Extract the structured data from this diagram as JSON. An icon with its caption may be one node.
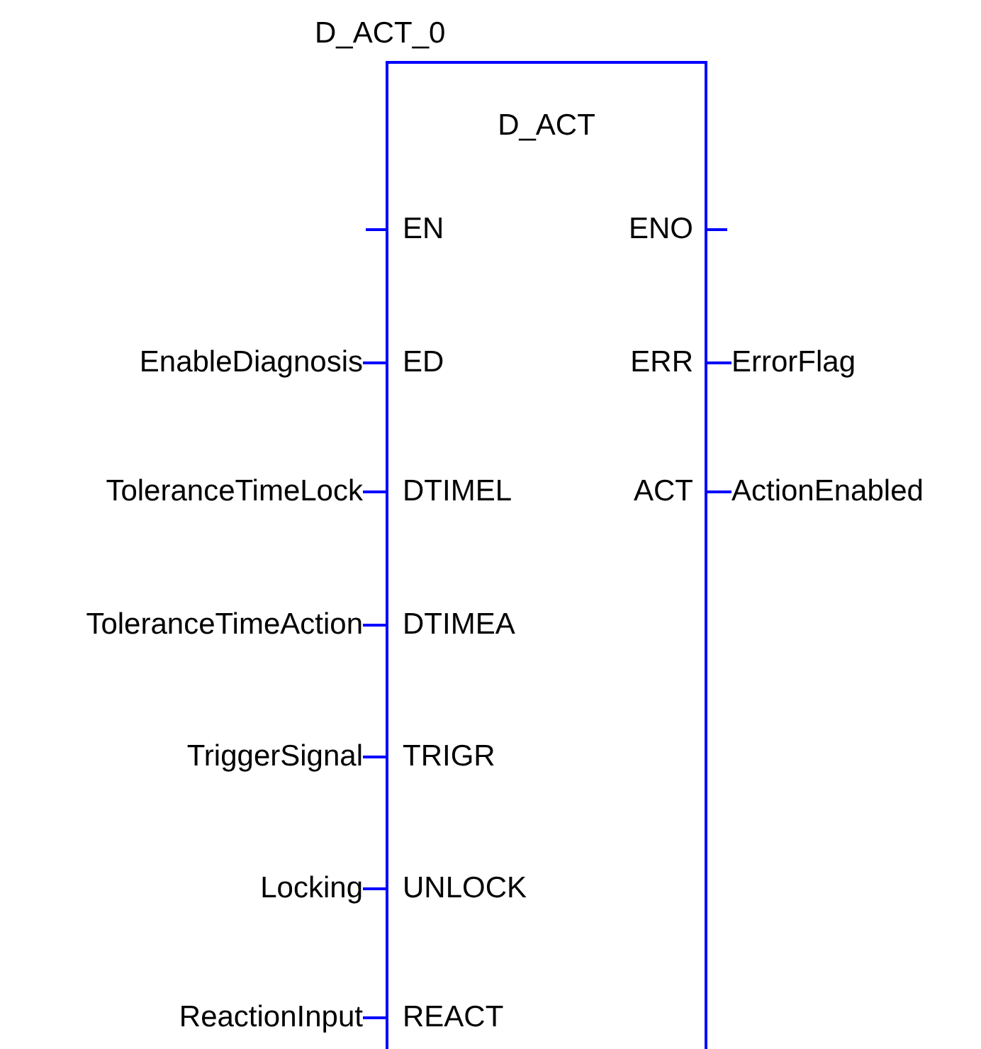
{
  "diagram": {
    "nodes": [
      {
        "text": [
          "D_ACT_0",
          "D_ACT"
        ]
      },
      {
        "text": [
          "EN"
        ],
        "in": 0
      },
      {
        "text": [
          "ENO"
        ],
        "in": 0
      },
      {
        "text": [
          "EnableDiagnosis"
        ]
      },
      {
        "text": [
          "ED"
        ],
        "in": 0
      },
      {
        "text": [
          "ERR"
        ],
        "in": 0
      },
      {
        "text": [
          "ErrorFlag"
        ]
      },
      {
        "text": [
          "ToleranceTimeLock"
        ]
      },
      {
        "text": [
          "DTIMEL"
        ],
        "in": 0
      },
      {
        "text": [
          "ACT"
        ],
        "in": 0
      },
      {
        "text": [
          "ActionEnabled"
        ]
      },
      {
        "text": [
          "ToleranceTimeAction"
        ]
      },
      {
        "text": [
          "DTIMEA"
        ],
        "in": 0
      },
      {
        "text": [
          "TriggerSignal"
        ]
      },
      {
        "text": [
          "TRIGR"
        ],
        "in": 0
      },
      {
        "text": [
          "Locking"
        ]
      },
      {
        "text": [
          "UNLOCK"
        ],
        "in": 0
      },
      {
        "text": [
          "ReactionInput"
        ]
      },
      {
        "text": [
          "REACT"
        ],
        "in": 0
      }
    ],
    "edges": [
      {
        "from": null,
        "to": 1,
        "arrow": "none"
      },
      {
        "from": 2,
        "to": null,
        "arrow": "none"
      },
      {
        "from": 3,
        "to": 4,
        "arrow": "none"
      },
      {
        "from": 5,
        "to": 6,
        "arrow": "none"
      },
      {
        "from": 7,
        "to": 8,
        "arrow": "none"
      },
      {
        "from": 9,
        "to": 10,
        "arrow": "none"
      },
      {
        "from": 11,
        "to": 12,
        "arrow": "none"
      },
      {
        "from": 13,
        "to": 14,
        "arrow": "none"
      },
      {
        "from": 15,
        "to": 16,
        "arrow": "none"
      },
      {
        "from": 17,
        "to": 18,
        "arrow": "none"
      }
    ]
  }
}
